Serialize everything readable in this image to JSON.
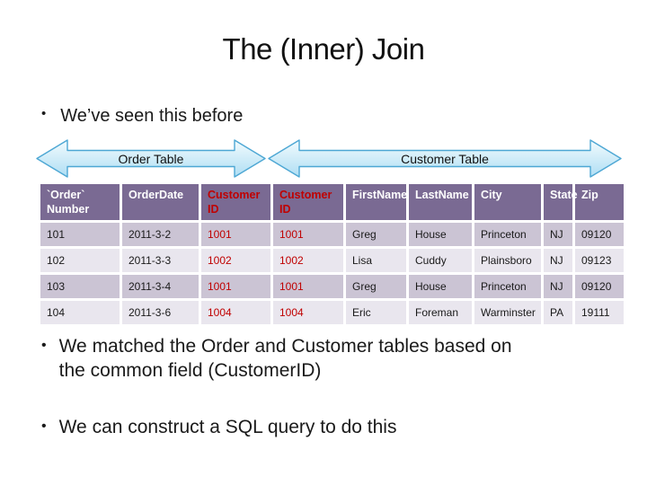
{
  "slide": {
    "title": "The (Inner) Join",
    "bullet1": "We’ve seen this before",
    "bullet2": "We matched the Order and Customer tables based on\nthe common field (CustomerID)",
    "bullet3": "We can construct a SQL query to do this",
    "bullet_glyph": "•"
  },
  "banners": [
    {
      "label": "Order Table"
    },
    {
      "label": "Customer Table"
    }
  ],
  "table": {
    "headers": [
      {
        "label": "`Order` Number",
        "highlight": false
      },
      {
        "label": "OrderDate",
        "highlight": false
      },
      {
        "label": "Customer ID",
        "highlight": true
      },
      {
        "label": "Customer ID",
        "highlight": true
      },
      {
        "label": "FirstName",
        "highlight": false
      },
      {
        "label": "LastName",
        "highlight": false
      },
      {
        "label": "City",
        "highlight": false
      },
      {
        "label": "State",
        "highlight": false
      },
      {
        "label": "Zip",
        "highlight": false
      }
    ],
    "rows": [
      [
        "101",
        "2011-3-2",
        "1001",
        "1001",
        "Greg",
        "House",
        "Princeton",
        "NJ",
        "09120"
      ],
      [
        "102",
        "2011-3-3",
        "1002",
        "1002",
        "Lisa",
        "Cuddy",
        "Plainsboro",
        "NJ",
        "09123"
      ],
      [
        "103",
        "2011-3-4",
        "1001",
        "1001",
        "Greg",
        "House",
        "Princeton",
        "NJ",
        "09120"
      ],
      [
        "104",
        "2011-3-6",
        "1004",
        "1004",
        "Eric",
        "Foreman",
        "Warminster",
        "PA",
        "19111"
      ]
    ],
    "red_columns": [
      2,
      3
    ]
  },
  "colors": {
    "header_bg": "#7A6A93",
    "row_odd": "#CBC4D4",
    "row_even": "#E9E6EE",
    "red_text": "#C00000",
    "arrow_stroke": "#4DA7D4",
    "arrow_fill_top": "#F2FBFE",
    "arrow_fill_bottom": "#AEDEF4"
  }
}
